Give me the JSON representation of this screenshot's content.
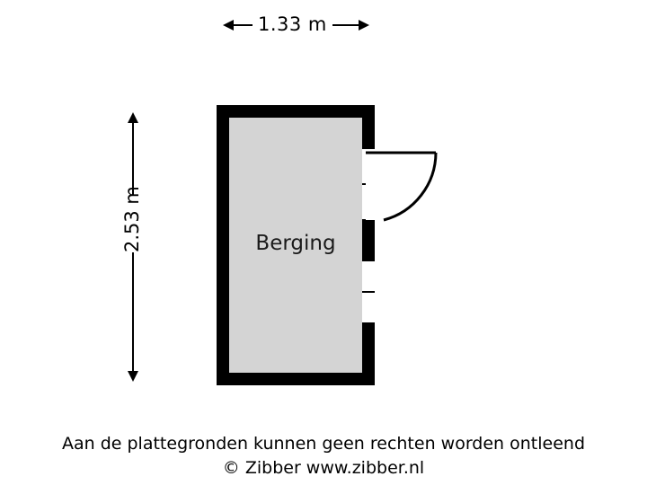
{
  "plan": {
    "room_label": "Berging",
    "width_dimension": "1.33 m",
    "height_dimension": "2.53 m",
    "colors": {
      "wall": "#000000",
      "floor": "#d4d4d4",
      "background": "#ffffff",
      "text": "#000000"
    }
  },
  "footer": {
    "line1": "Aan de plattegronden kunnen geen rechten worden ontleend",
    "line2": "© Zibber www.zibber.nl"
  }
}
